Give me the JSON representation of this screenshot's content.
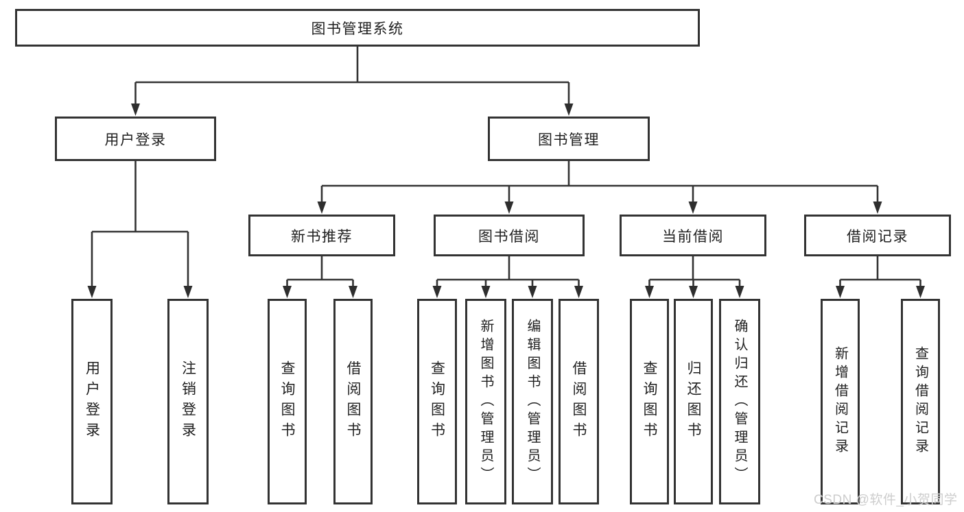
{
  "diagram_type": "tree",
  "watermark": "CSDN @软件_小贺同学",
  "colors": {
    "line": "#333333",
    "arrow": "#2e2e2e",
    "box_border": "#333333",
    "box_background": "#ffffff",
    "text": "#1f1f1f",
    "watermark": "#cacaca"
  },
  "tree": {
    "label": "图书管理系统",
    "children": [
      {
        "label": "用户登录",
        "children": [
          {
            "label": "用户登录"
          },
          {
            "label": "注销登录"
          }
        ]
      },
      {
        "label": "图书管理",
        "children": [
          {
            "label": "新书推荐",
            "children": [
              {
                "label": "查询图书"
              },
              {
                "label": "借阅图书"
              }
            ]
          },
          {
            "label": "图书借阅",
            "children": [
              {
                "label": "查询图书"
              },
              {
                "label": "新增图书（管理员）"
              },
              {
                "label": "编辑图书（管理员）"
              },
              {
                "label": "借阅图书"
              }
            ]
          },
          {
            "label": "当前借阅",
            "children": [
              {
                "label": "查询图书"
              },
              {
                "label": "归还图书"
              },
              {
                "label": "确认归还（管理员）"
              }
            ]
          },
          {
            "label": "借阅记录",
            "children": [
              {
                "label": "新增借阅记录"
              },
              {
                "label": "查询借阅记录"
              }
            ]
          }
        ]
      }
    ]
  }
}
